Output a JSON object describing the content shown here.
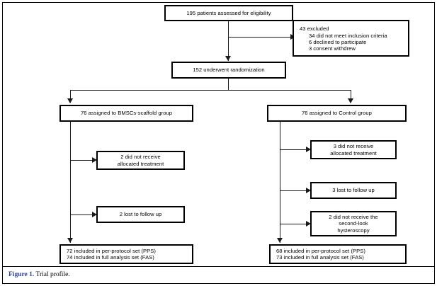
{
  "figure": {
    "caption_number": "Figure 1.",
    "caption_text": "Trial profile."
  },
  "flowchart": {
    "type": "consort-trial-profile",
    "nodes": {
      "enrollment": {
        "id": "assessed",
        "lines": [
          "195 patients assessed for eligibility"
        ]
      },
      "excluded": {
        "id": "excluded",
        "lines": [
          "43 excluded",
          "34 did not meet inclusion criteria",
          "6 declined to participate",
          "3 consent withdrew"
        ]
      },
      "randomized": {
        "id": "randomized",
        "lines": [
          "152 underwent randomization"
        ]
      },
      "arm_left": {
        "id": "bmscs-scaffold-group",
        "lines": [
          "76 assigned to BMSCs-scaffold group"
        ]
      },
      "arm_right": {
        "id": "control-group",
        "lines": [
          "76 assigned to Control group"
        ]
      },
      "left_dropout_1": {
        "id": "left-not-received-treatment",
        "lines": [
          "2 did not receive",
          "allocated treatment"
        ]
      },
      "left_dropout_2": {
        "id": "left-lost-to-follow-up",
        "lines": [
          "2 lost to follow up"
        ]
      },
      "right_dropout_1": {
        "id": "right-not-received-treatment",
        "lines": [
          "3 did not receive",
          "allocated treatment"
        ]
      },
      "right_dropout_2": {
        "id": "right-lost-to-follow-up",
        "lines": [
          "3 lost to follow up"
        ]
      },
      "right_dropout_3": {
        "id": "right-no-second-look-hysteroscopy",
        "lines": [
          "2 did not receive the",
          "second-look",
          "hysteroscopy"
        ]
      },
      "analysis_left": {
        "id": "left-analysis-sets",
        "lines": [
          "72 included in per-protocol set (PPS)",
          "74 included in full analysis set (FAS)"
        ]
      },
      "analysis_right": {
        "id": "right-analysis-sets",
        "lines": [
          "68 included in per-protocol set (PPS)",
          "73 included in full analysis set (FAS)"
        ]
      }
    }
  },
  "colors": {
    "ink": "#000000",
    "connector": "#1a1a1a",
    "caption_accent": "#2b3fa0",
    "background": "#ffffff"
  }
}
